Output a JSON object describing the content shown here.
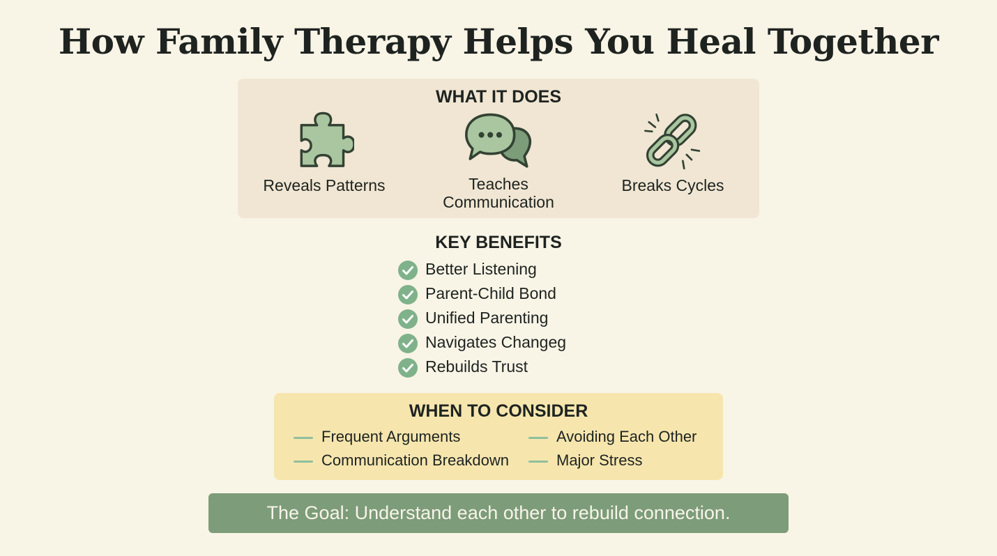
{
  "title": "How Family Therapy Helps You Heal Together",
  "what_it_does": {
    "heading": "WHAT IT DOES",
    "items": [
      {
        "icon": "puzzle-piece-icon",
        "label": "Reveals Patterns"
      },
      {
        "icon": "speech-bubbles-icon",
        "label_line1": "Teaches",
        "label_line2": "Communication"
      },
      {
        "icon": "broken-chain-icon",
        "label": "Breaks Cycles"
      }
    ]
  },
  "key_benefits": {
    "heading": "KEY BENEFITS",
    "items": [
      "Better Listening",
      "Parent-Child Bond",
      "Unified Parenting",
      "Navigates Changeg",
      "Rebuilds Trust"
    ]
  },
  "when_to_consider": {
    "heading": "WHEN TO CONSIDER",
    "items": [
      "Frequent Arguments",
      "Avoiding Each Other",
      "Communication Breakdown",
      "Major Stress"
    ]
  },
  "goal": "The Goal: Understand each other to rebuild connection.",
  "colors": {
    "background": "#f8f4e6",
    "panel_beige": "#f0e6d3",
    "panel_yellow": "#f6e6ae",
    "accent_green": "#7d9c79",
    "icon_green": "#a9c6a0",
    "check_green": "#7fb28a"
  }
}
